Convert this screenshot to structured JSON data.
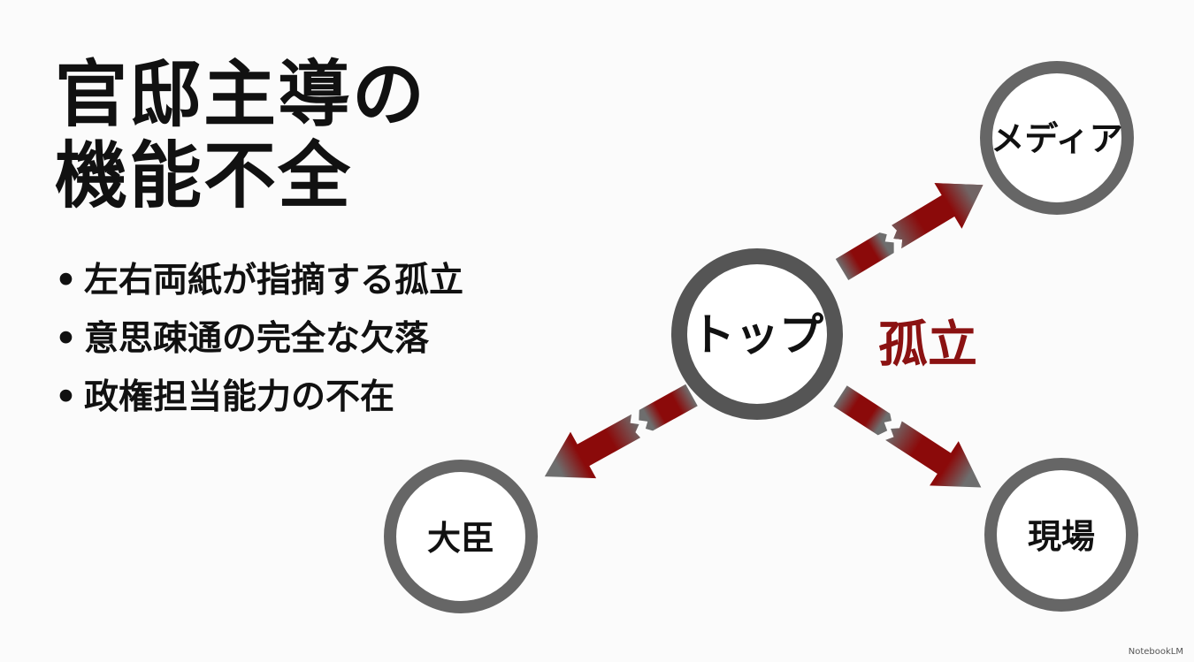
{
  "title": {
    "line1": "官邸主導の",
    "line2": "機能不全"
  },
  "bullets": [
    "左右両紙が指摘する孤立",
    "意思疎通の完全な欠落",
    "政権担当能力の不在"
  ],
  "diagram": {
    "center": "トップ",
    "nodes": {
      "media": "メディア",
      "minister": "大臣",
      "field": "現場"
    },
    "isolation_label": "孤立"
  },
  "colors": {
    "ring": "#5f5f5f",
    "arrow": "#6e6e6e",
    "break": "#8b0a0a",
    "accent_text": "#8b1212"
  },
  "watermark": "NotebookLM"
}
